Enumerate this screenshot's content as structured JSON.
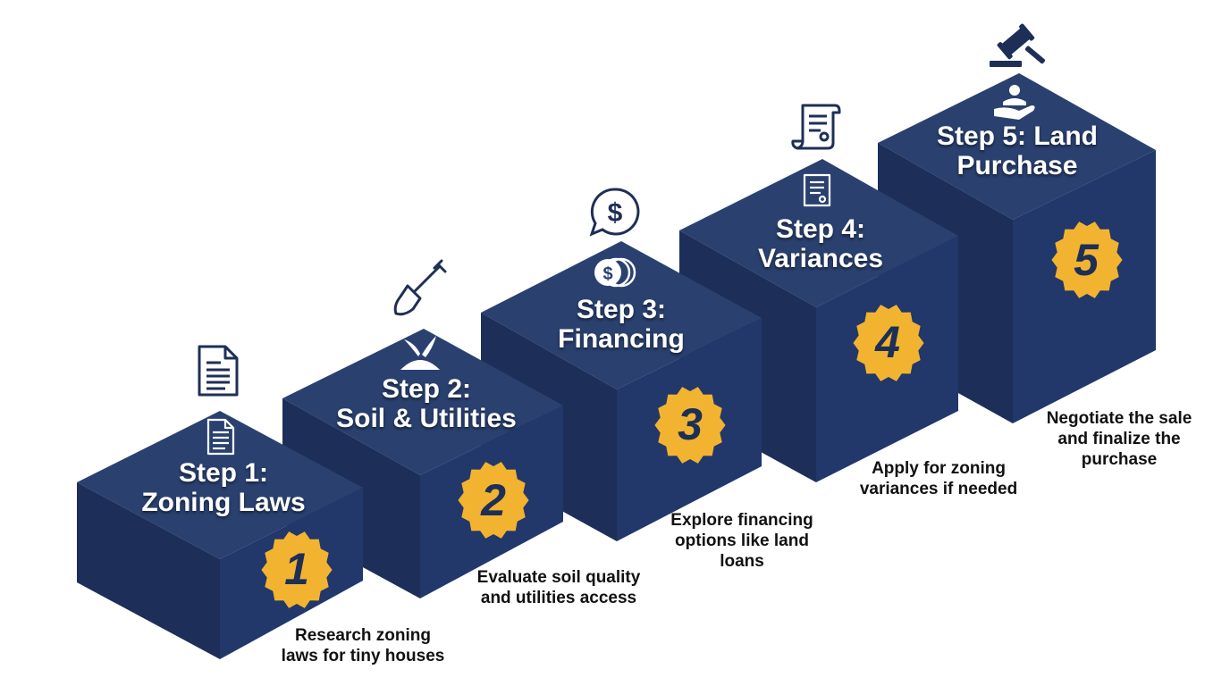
{
  "steps": [
    {
      "title": "Step 1:\nZoning Laws",
      "number": "1",
      "caption": "Research zoning\nlaws for tiny houses",
      "icon": "document-icon"
    },
    {
      "title": "Step 2:\nSoil & Utilities",
      "number": "2",
      "caption": "Evaluate soil quality\nand utilities access",
      "icon": "shovel-icon"
    },
    {
      "title": "Step 3:\nFinancing",
      "number": "3",
      "caption": "Explore financing\noptions like land\nloans",
      "icon": "dollar-speech-icon"
    },
    {
      "title": "Step 4:\nVariances",
      "number": "4",
      "caption": "Apply for zoning\nvariances if needed",
      "icon": "scroll-icon"
    },
    {
      "title": "Step 5: Land\nPurchase",
      "number": "5",
      "caption": "Negotiate the sale\nand finalize the\npurchase",
      "icon": "gavel-icon"
    }
  ],
  "colors": {
    "cube_top": "#2a4170",
    "cube_left": "#1d2f58",
    "cube_right": "#22376a",
    "badge": "#f2b430",
    "icon_stroke": "#1e2f57"
  }
}
